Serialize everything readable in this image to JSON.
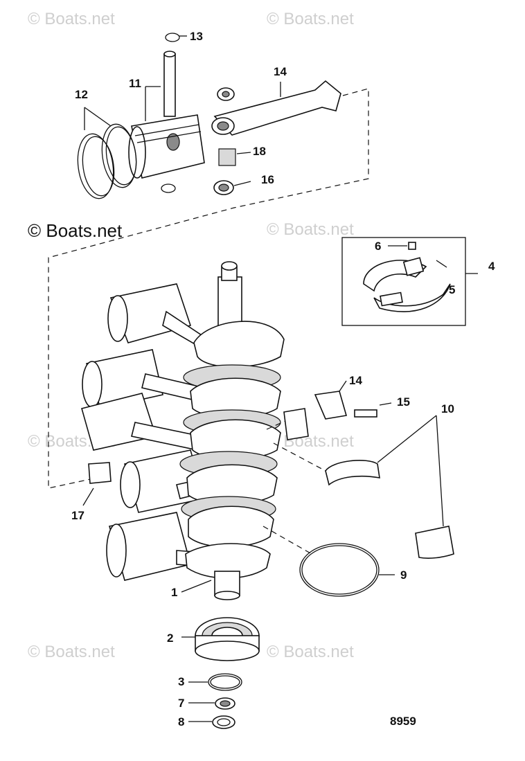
{
  "watermarks": {
    "light": "© Boats.net",
    "dark": "© Boats.net"
  },
  "figure_number": "8959",
  "callouts": {
    "c1": "1",
    "c2": "2",
    "c3": "3",
    "c4": "4",
    "c5": "5",
    "c6": "6",
    "c7": "7",
    "c8": "8",
    "c9": "9",
    "c10": "10",
    "c11": "11",
    "c12": "12",
    "c13": "13",
    "c14a": "14",
    "c14b": "14",
    "c15": "15",
    "c16": "16",
    "c17": "17",
    "c18": "18"
  }
}
